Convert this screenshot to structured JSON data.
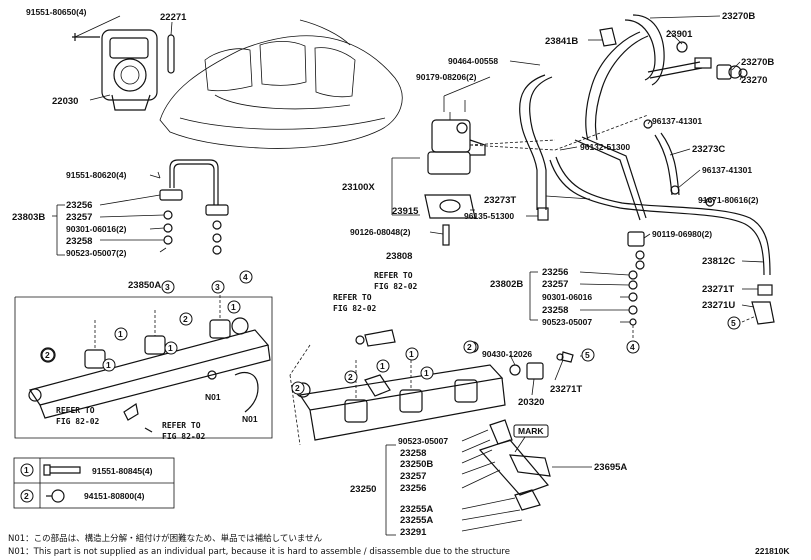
{
  "labels": {
    "p91551_80650": "91551-80650(4)",
    "p22271": "22271",
    "p22030": "22030",
    "p91551_80620": "91551-80620(4)",
    "p23803B": "23803B",
    "p23256_l": "23256",
    "p23257_l": "23257",
    "p90301_l": "90301-06016(2)",
    "p23258_l": "23258",
    "p90523_l": "90523-05007(2)",
    "p23850A": "23850A",
    "p90464": "90464-00558",
    "p90179": "90179-08206(2)",
    "p23841B": "23841B",
    "p23270B_1": "23270B",
    "p23901": "23901",
    "p23270B_2": "23270B",
    "p23270": "23270",
    "p96137_1": "96137-41301",
    "p96132": "96132-51300",
    "p23273C": "23273C",
    "p96137_2": "96137-41301",
    "p23100X": "23100X",
    "p23273T": "23273T",
    "p91671": "91671-80616(2)",
    "p23915": "23915",
    "p96135": "96135-51300",
    "p90126": "90126-08048(2)",
    "p90119": "90119-06980(2)",
    "p23808": "23808",
    "p23812C": "23812C",
    "p23802B": "23802B",
    "p23256_r": "23256",
    "p23257_r": "23257",
    "p90301_r": "90301-06016",
    "p23258_r": "23258",
    "p90523_r": "90523-05007",
    "p23271T_1": "23271T",
    "p23271U": "23271U",
    "p90430": "90430-12026",
    "p23271T_2": "23271T",
    "p20320": "20320",
    "pN01_a": "N01",
    "pN01_b": "N01",
    "p90523_b": "90523-05007",
    "p23258_b": "23258",
    "p23250B": "23250B",
    "p23257_b": "23257",
    "p23256_b": "23256",
    "p23250": "23250",
    "p23255A_1": "23255A",
    "p23255A_2": "23255A",
    "p23291": "23291",
    "p23695A": "23695A",
    "mark": "MARK"
  },
  "refer": {
    "refer_to": "REFER TO",
    "fig_a": "FIG 82-02",
    "refer_to_b": "REFER TO",
    "fig_b": "FIG 82-02",
    "refer_to_c": "REFER TO",
    "fig_c": "FIG 82-02",
    "refer_to_d": "REFER TO",
    "fig_d": "FIG 82-02"
  },
  "callouts": {
    "n1": "1",
    "n2": "2",
    "n3": "3",
    "n4": "4",
    "n5": "5"
  },
  "legend": {
    "row1_num": "1",
    "row1_part": "91551-80845(4)",
    "row2_num": "2",
    "row2_part": "94151-80800(4)"
  },
  "notes": {
    "n01_jp": "N01：この部品は、構造上分解・組付けが困難なため、単品では補給していません",
    "n01_en": "N01：This part is not supplied as an individual part, because it is hard to assemble / disassemble due to the structure"
  },
  "figure_id": "221810K"
}
